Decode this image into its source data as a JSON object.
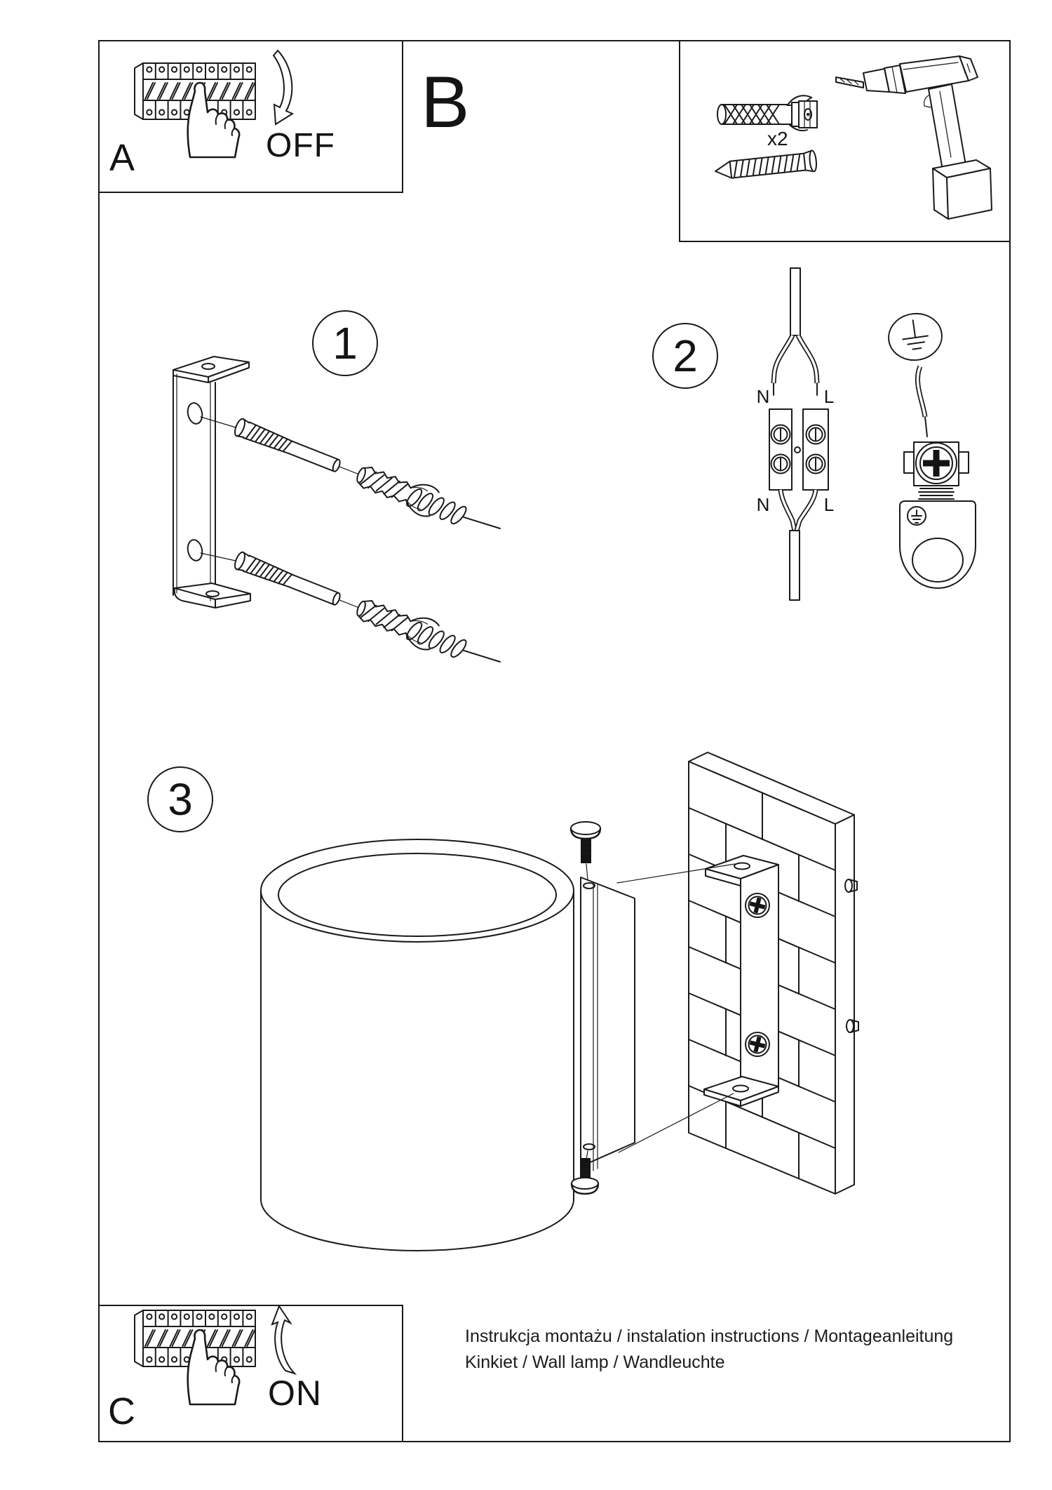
{
  "panels": {
    "a": {
      "label": "A",
      "state": "OFF"
    },
    "b": {
      "label": "B"
    },
    "parts_qty": "x2",
    "c": {
      "label": "C",
      "state": "ON"
    }
  },
  "steps": [
    {
      "number": "1"
    },
    {
      "number": "2"
    },
    {
      "number": "3"
    }
  ],
  "wiring": {
    "top_left": "N",
    "top_right": "L",
    "bottom_left": "N",
    "bottom_right": "L"
  },
  "footer": {
    "line1": "Instrukcja montażu / instalation instructions / Montageanleitung",
    "line2": "Kinkiet / Wall lamp / Wandleuchte"
  },
  "colors": {
    "ink": "#1a1a1a",
    "paper": "#ffffff"
  }
}
